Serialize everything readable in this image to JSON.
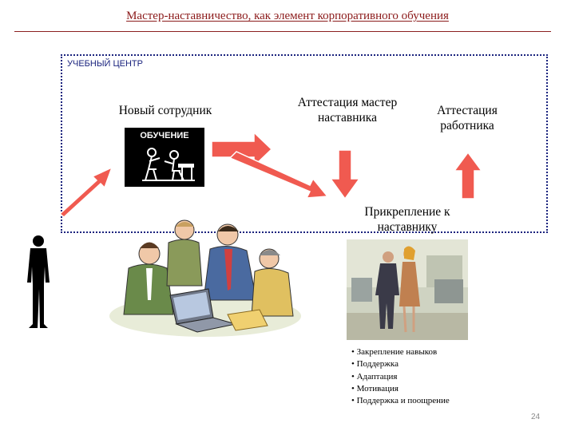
{
  "title": "Мастер-наставничество, как элемент корпоративного обучения",
  "center_label": "УЧЕБНЫЙ ЦЕНТР",
  "nodes": {
    "new_employee": "Новый сотрудник",
    "training_sign": "ОБУЧЕНИЕ",
    "attestation_mentor": "Аттестация мастер наставника",
    "attestation_worker": "Аттестация работника",
    "attachment": "Прикрепление к наставнику"
  },
  "bullets": [
    "Закрепление навыков",
    "Поддержка",
    "Адаптация",
    "Мотивация",
    "Поддержка и поощрение"
  ],
  "page_number": "24",
  "colors": {
    "arrow_fill": "#f05a50",
    "arrow_stroke": "#ffffff",
    "frame": "#1a237e",
    "title": "#8b1a1a"
  }
}
